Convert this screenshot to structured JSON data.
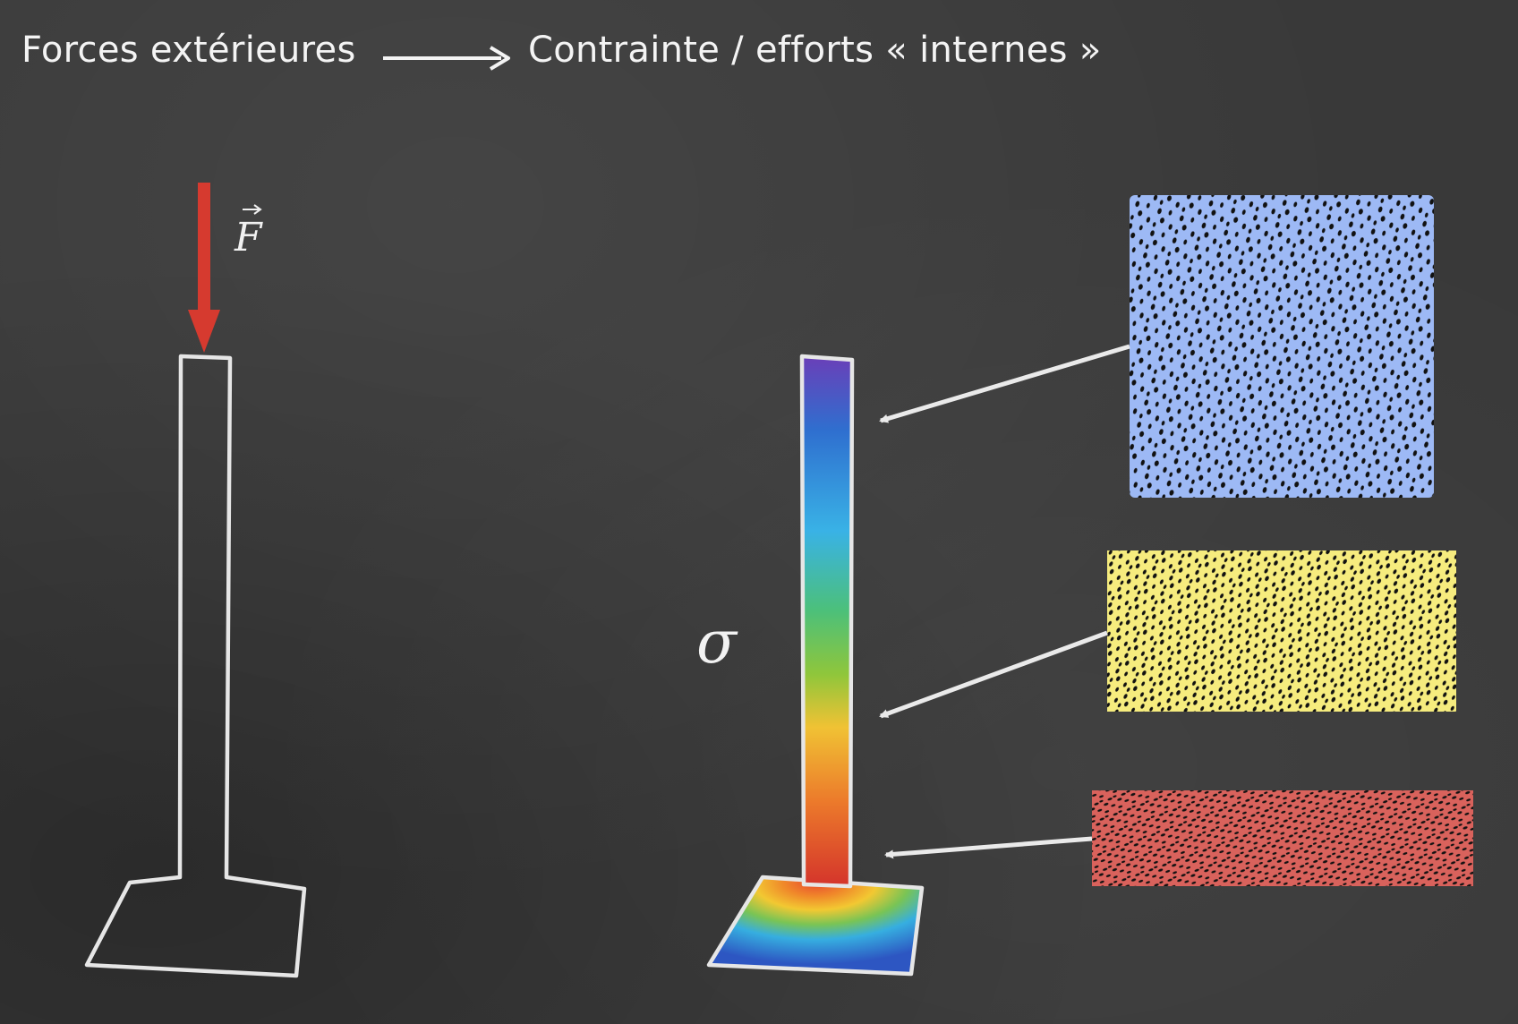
{
  "header": {
    "external_forces": "Forces extérieures",
    "internal_stress": "Contrainte / efforts « internes »"
  },
  "labels": {
    "force_symbol": "F",
    "stress_symbol": "σ"
  },
  "colors": {
    "board": "#393939",
    "chalk": "#e6e6e6",
    "force_arrow": "#d63a2f",
    "low_stress_panel": "#9db9f5",
    "mid_stress_panel": "#f6ec7e",
    "high_stress_panel": "#d9625c",
    "gradient": [
      "#6a3fb8",
      "#2f6fcf",
      "#39b2e6",
      "#4cc07a",
      "#8fc63b",
      "#f0c234",
      "#ec7a2b",
      "#d4342b"
    ]
  },
  "icons": {
    "force": "red-down-arrow-icon",
    "title_arrow": "right-arrow-icon"
  }
}
